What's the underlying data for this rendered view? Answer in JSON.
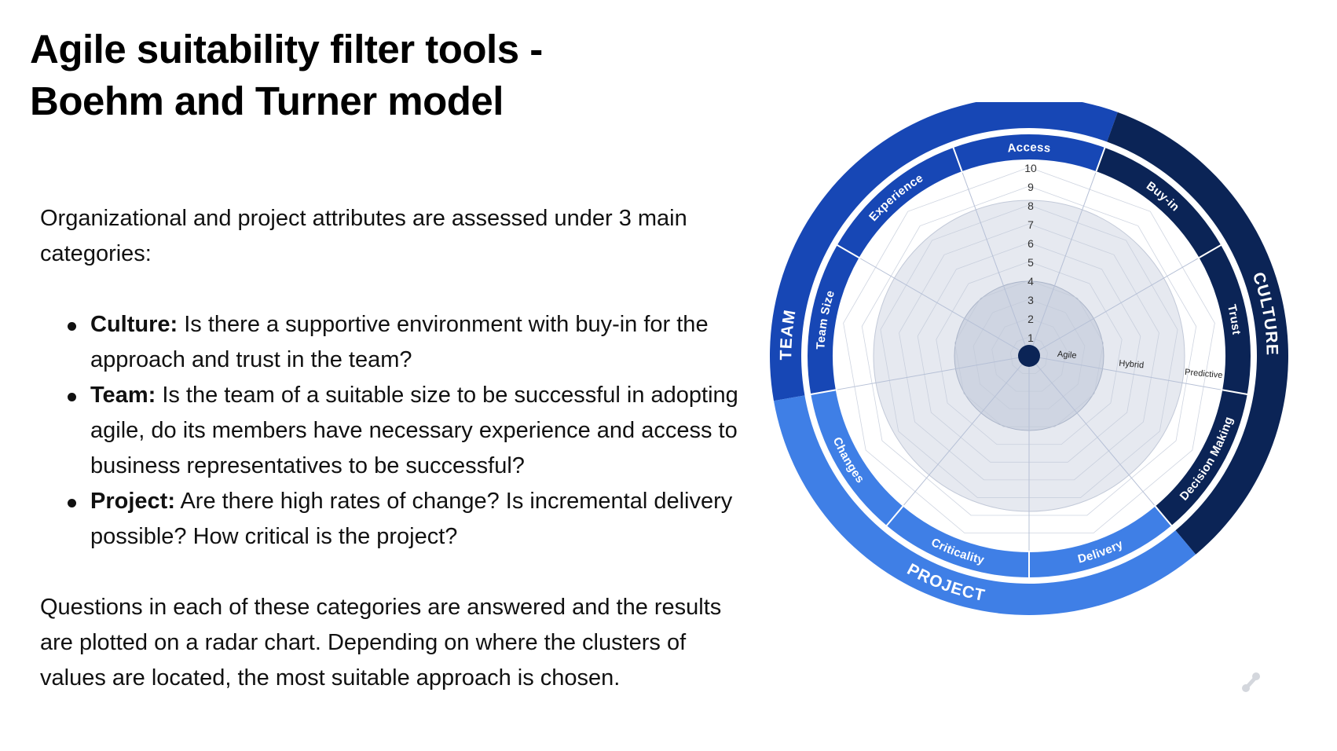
{
  "title": {
    "line1": "Agile suitability filter tools -",
    "line2": "Boehm and Turner model"
  },
  "intro": "Organizational and project attributes are assessed under 3 main categories:",
  "bullets": [
    {
      "term": "Culture:",
      "text": " Is there a supportive environment with buy-in for the approach and trust in the team?"
    },
    {
      "term": "Team:",
      "text": " Is the team of a suitable size to be successful in adopting agile, do its members have necessary experience and access to business representatives to be successful?"
    },
    {
      "term": "Project:",
      "text": " Are there high rates of change? Is incremental delivery possible? How critical is the project?"
    }
  ],
  "conclusion": "Questions in each of these categories are answered and the results are plotted on a radar chart. Depending on where the clusters of values are located, the most suitable approach is chosen.",
  "diagram": {
    "categories": [
      {
        "label": "TEAM",
        "color": "#1747b5"
      },
      {
        "label": "CULTURE",
        "color": "#0b2456"
      },
      {
        "label": "PROJECT",
        "color": "#3f7fe6"
      }
    ],
    "spokes": [
      {
        "label": "Access",
        "category": "TEAM"
      },
      {
        "label": "Buy-in",
        "category": "CULTURE"
      },
      {
        "label": "Trust",
        "category": "CULTURE"
      },
      {
        "label": "Decision Making",
        "category": "CULTURE"
      },
      {
        "label": "Delivery",
        "category": "PROJECT"
      },
      {
        "label": "Criticality",
        "category": "PROJECT"
      },
      {
        "label": "Changes",
        "category": "PROJECT"
      },
      {
        "label": "Team Size",
        "category": "TEAM"
      },
      {
        "label": "Experience",
        "category": "TEAM"
      }
    ],
    "scale": [
      "1",
      "2",
      "3",
      "4",
      "5",
      "6",
      "7",
      "8",
      "9",
      "10"
    ],
    "zones": [
      "Agile",
      "Hybrid",
      "Predictive"
    ],
    "colors": {
      "zone_agile": "#cfd5e2",
      "zone_hybrid": "#e6e9f0",
      "zone_predictive": "#ffffff",
      "grid": "#c2c9d8",
      "center": "#0b2456"
    }
  }
}
